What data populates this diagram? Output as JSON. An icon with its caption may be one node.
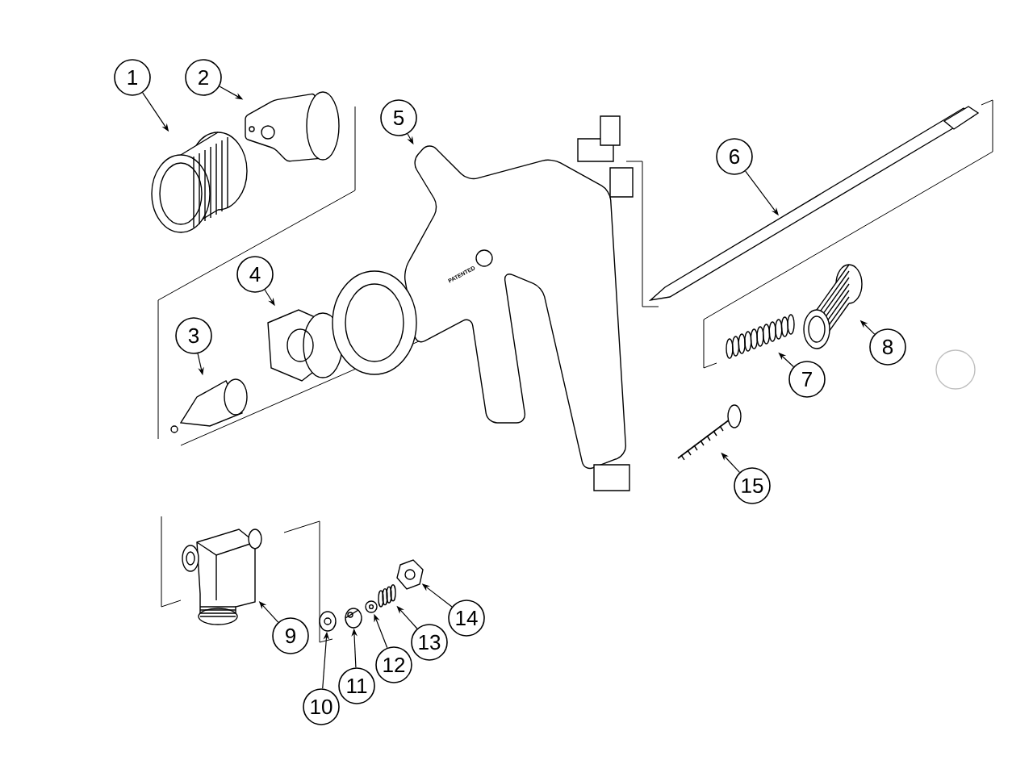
{
  "diagram": {
    "nodes": [
      {
        "text": [
          "1"
        ]
      },
      {
        "text": [
          "2"
        ]
      },
      {
        "text": [
          "3"
        ]
      },
      {
        "text": [
          "4"
        ]
      },
      {
        "text": [
          "5"
        ]
      },
      {
        "text": [
          "6"
        ]
      },
      {
        "text": [
          "7"
        ]
      },
      {
        "text": [
          "8"
        ]
      },
      {
        "text": [
          "9"
        ]
      },
      {
        "text": [
          "10"
        ]
      },
      {
        "text": [
          "11"
        ]
      },
      {
        "text": [
          "12"
        ]
      },
      {
        "text": [
          "13"
        ]
      },
      {
        "text": [
          "14"
        ]
      },
      {
        "text": [
          "15"
        ]
      },
      {
        "text": [],
        "shape": "picture"
      },
      {
        "text": [],
        "shape": "picture"
      },
      {
        "text": [],
        "shape": "picture"
      },
      {
        "text": [],
        "shape": "picture"
      },
      {
        "text": [],
        "shape": "picture"
      },
      {
        "text": [],
        "shape": "picture"
      },
      {
        "text": [],
        "shape": "picture"
      },
      {
        "text": [],
        "shape": "picture"
      },
      {
        "text": [],
        "shape": "picture"
      },
      {
        "text": [],
        "shape": "picture"
      },
      {
        "text": [],
        "shape": "picture"
      },
      {
        "text": [],
        "shape": "picture"
      },
      {
        "text": [],
        "shape": "picture"
      },
      {
        "text": [],
        "shape": "picture"
      },
      {
        "text": [],
        "shape": "picture"
      },
      {
        "text": [],
        "shape": "circle"
      }
    ],
    "edges": [
      {
        "from": 0,
        "to": 15,
        "arrow": "to"
      },
      {
        "from": 1,
        "to": 16,
        "arrow": "to"
      },
      {
        "from": 2,
        "to": 17,
        "arrow": "to"
      },
      {
        "from": 3,
        "to": 18,
        "arrow": "to"
      },
      {
        "from": 4,
        "to": 19,
        "arrow": "to"
      },
      {
        "from": 5,
        "to": 20,
        "arrow": "to"
      },
      {
        "from": 6,
        "to": 21,
        "arrow": "to"
      },
      {
        "from": 7,
        "to": 22,
        "arrow": "to"
      },
      {
        "from": 8,
        "to": 23,
        "arrow": "to"
      },
      {
        "from": 9,
        "to": 24,
        "arrow": "to"
      },
      {
        "from": 10,
        "to": 25,
        "arrow": "to"
      },
      {
        "from": 11,
        "to": 26,
        "arrow": "to"
      },
      {
        "from": 12,
        "to": 27,
        "arrow": "to"
      },
      {
        "from": 13,
        "to": 28,
        "arrow": "to"
      },
      {
        "from": 14,
        "to": 29,
        "arrow": "to"
      }
    ],
    "labels": [
      "PATENTED"
    ]
  }
}
